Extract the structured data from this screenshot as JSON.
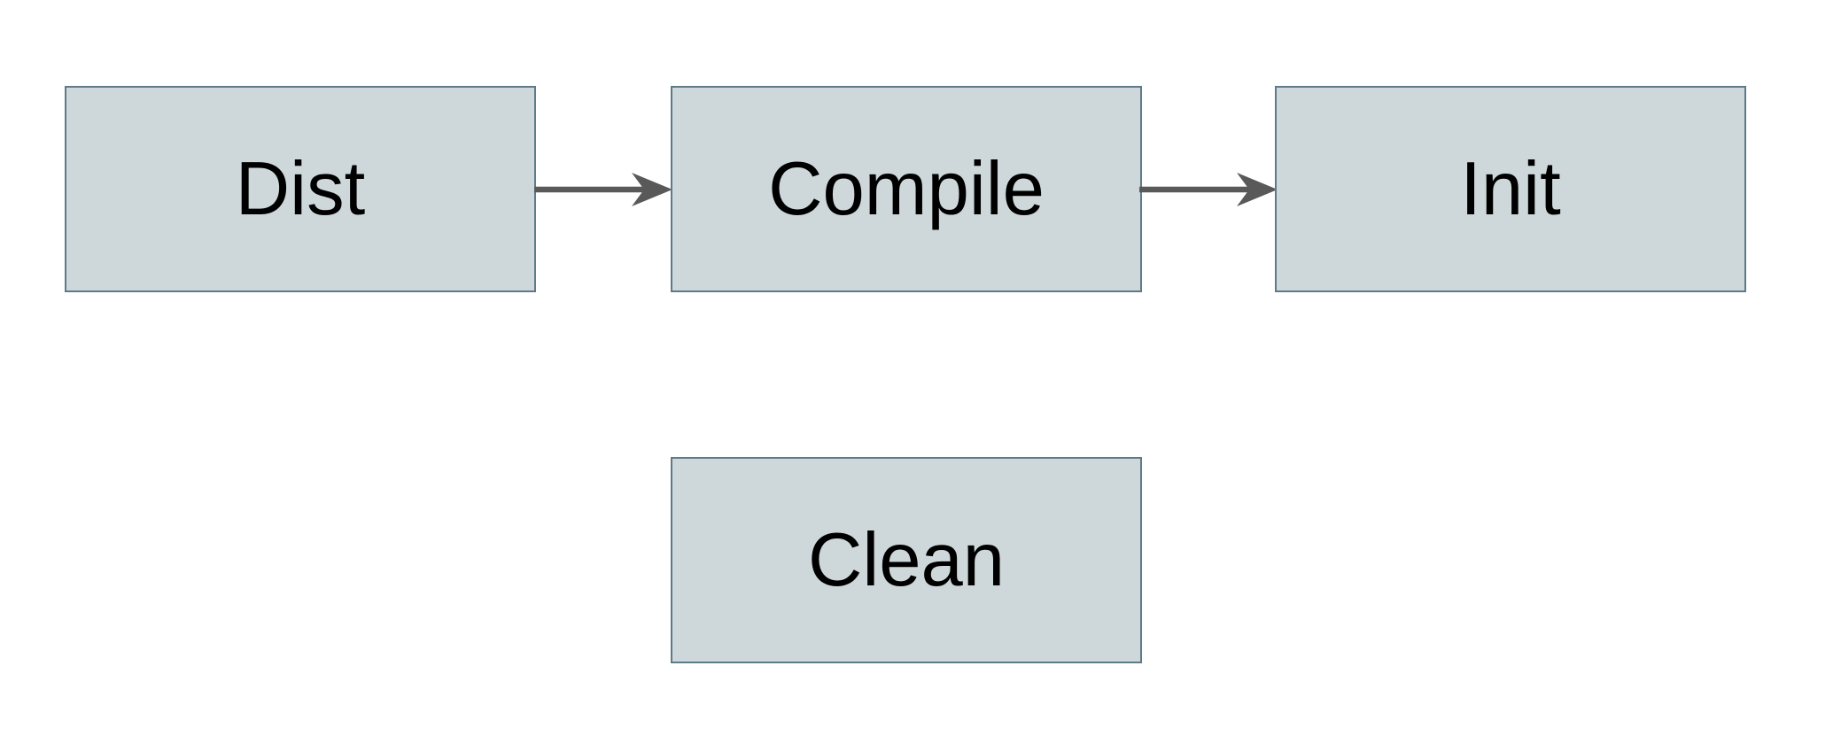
{
  "diagram": {
    "type": "flowchart",
    "nodes": [
      {
        "id": "dist",
        "label": "Dist"
      },
      {
        "id": "compile",
        "label": "Compile"
      },
      {
        "id": "init",
        "label": "Init"
      },
      {
        "id": "clean",
        "label": "Clean"
      }
    ],
    "edges": [
      {
        "from": "Dist",
        "to": "Compile",
        "style": "arrow-right"
      },
      {
        "from": "Compile",
        "to": "Init",
        "style": "arrow-right"
      }
    ],
    "colors": {
      "background": "#ffffff",
      "node_fill": "#ced8da",
      "node_border": "#5e7a89",
      "arrow": "#595959",
      "text": "#000000"
    }
  }
}
